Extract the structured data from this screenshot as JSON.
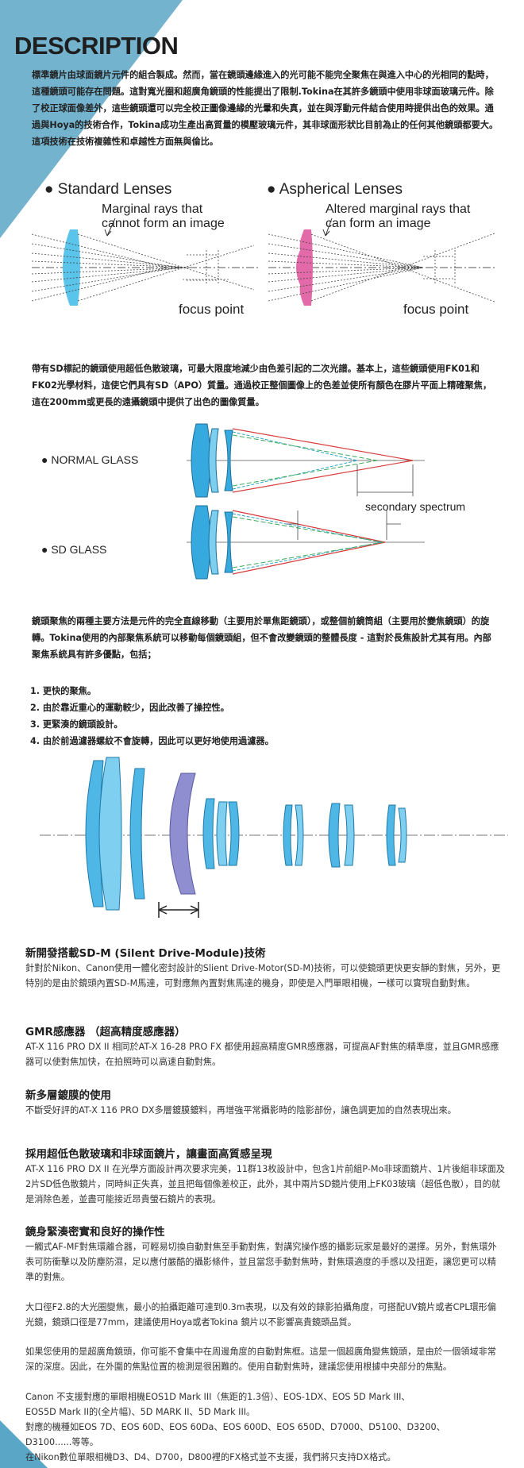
{
  "header": {
    "title": "DESCRIPTION"
  },
  "intro": "標準鏡片由球面鏡片元件的組合製成。然而，當在鏡頭邊緣進入的光可能不能完全聚焦在與進入中心的光相同的點時，這種鏡頭可能存在問題。這對寬光圈和超廣角鏡頭的性能提出了限制.Tokina在其許多鏡頭中使用非球面玻璃元件。除了校正球面像差外，這些鏡頭還可以完全校正圖像邊緣的光暈和失真，並在與浮動元件結合使用時提供出色的效果。通過與Hoya的技術合作，Tokina成功生產出高質量的模壓玻璃元件，其非球面形狀比目前為止的任何其他鏡頭都要大。這項技術在技術複雜性和卓越性方面無與倫比。",
  "lens_diagram": {
    "standard": {
      "title": "Standard Lenses",
      "caption_line1": "Marginal rays that",
      "caption_line2": "cannot form an image",
      "focus": "focus point"
    },
    "aspherical": {
      "title": "Aspherical Lenses",
      "caption_line1": "Altered marginal rays that",
      "caption_line2": "can form an image",
      "focus": "focus point"
    },
    "colors": {
      "standard_lens": "#5bc4ea",
      "aspherical_lens": "#e36aa8"
    }
  },
  "sd_paragraph": "帶有SD標記的鏡頭使用超低色散玻璃，可最大限度地減少由色差引起的二次光譜。基本上，這些鏡頭使用FK01和FK02光學材料，這使它們具有SD（APO）質量。通過校正整個圖像上的色差並使所有顏色在膠片平面上精確聚焦，這在200mm或更長的遠攝鏡頭中提供了出色的圖像質量。",
  "glass_diagram": {
    "normal_label": "● NORMAL GLASS",
    "sd_label": "● SD GLASS",
    "spectrum_label": "secondary spectrum"
  },
  "focus_paragraph": "鏡頭聚焦的兩種主要方法是元件的完全直線移動（主要用於單焦距鏡頭），或整個前鏡筒組（主要用於變焦鏡頭）的旋轉。Tokina使用的內部聚焦系統可以移動每個鏡頭組，但不會改變鏡頭的整體長度 - 這對於長焦設計尤其有用。內部聚焦系統具有許多優點，包括；",
  "advantages": [
    "1. 更快的聚焦。",
    "2. 由於靠近重心的運動較少，因此改善了操控性。",
    "3. 更緊湊的鏡頭設計。",
    "4. 由於前過濾器螺紋不會旋轉，因此可以更好地使用過濾器。"
  ],
  "sections": [
    {
      "heading": "新開發搭載SD-M (Silent Drive-Module)技術",
      "body": "針對於Nikon、Canon使用一體化密封設計的Slient Drive-Motor(SD-M)技術，可以使鏡頭更快更安靜的對焦，另外，更特別的是由於鏡頭內置SD-M馬達，可對應無內置對焦馬達的機身，即使是入門單眼相機，一樣可以實現自動對焦。"
    },
    {
      "heading": "GMR感應器 （超高精度感應器）",
      "body": "AT-X 116 PRO DX II 相同於AT-X 16-28 PRO FX 都使用超高精度GMR感應器，可提高AF對焦的精準度，並且GMR感應器可以使對焦加快，在拍照時可以高速自動對焦。"
    },
    {
      "heading": "新多層鍍膜的使用",
      "body": "不斷受好評的AT-X 116 PRO DX多層鍍膜鍍料，再增強平常攝影時的陰影部份，讓色調更加的自然表現出來。"
    },
    {
      "heading": "採用超低色散玻璃和非球面鏡片，讓畫面高質感呈現",
      "body": "AT-X 116 PRO DX II 在光學方面設計再次要求完美，11群13枚設計中，包含1片前組P-Mo非球面鏡片、1片後組非球面及2片SD低色散鏡片，同時糾正失真，並且把每個像差校正，此外，其中兩片SD鏡片使用上FK03玻璃（超低色散），目的就是消除色差，並盡可能接近昂貴螢石鏡片的表現。"
    },
    {
      "heading": "鏡身緊湊密實和良好的操作性",
      "body": "一觸式AF-MF對焦環離合器，可輕易切換自動對焦至手動對焦，對講究操作感的攝影玩家是最好的選擇。另外，對焦環外表可防衝擊以及防塵防濕，足以應付嚴酷的攝影條件，並且當您手動對焦時，對焦環適度的手感以及扭距，讓您更可以精準的對焦。"
    }
  ],
  "aperture_paragraph": "大口徑F2.8的大光圈變焦，最小的拍攝距離可達到0.3m表現，以及有效的錄影拍攝角度，可搭配UV鏡片或者CPL環形偏光鏡，鏡頭口徑是77mm，建議使用Hoya或者Tokina 鏡片以不影響高貴鏡頭品質。",
  "compat_paragraph": "如果您使用的是超廣角鏡頭，你可能不會集中在周邊角度的自動對焦框。這是一個超廣角變焦鏡頭，是由於一個領域非常深的深度。因此，在外圍的焦點位置的檢測是很困難的。使用自動對焦時，建議您使用根據中央部分的焦點。",
  "canon_line1": "Canon 不支援對應的單眼相機EOS1D Mark III（焦距的1.3倍）、EOS-1DX、EOS 5D Mark III、",
  "canon_line2": "EOS5D Mark II的(全片幅)、5D MARK II、5D Mark III。",
  "compat_models_line1": "對應的機種如EOS 7D、EOS 60D、EOS 60Da、EOS 600D、EOS 650D、D7000、D5100、D3200、",
  "compat_models_line2": "D3100......等等。",
  "nikon_note": "在Nikon數位單眼相機D3、D4、D700，D800裡的FX格式並不支援，我們將只支持DX格式。"
}
